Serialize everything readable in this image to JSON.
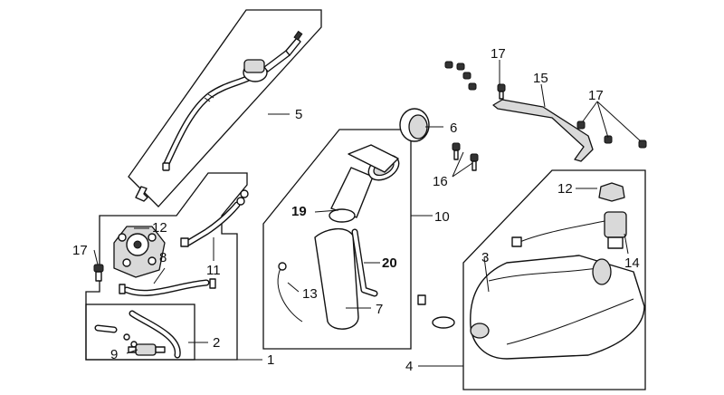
{
  "callouts": {
    "c1": "1",
    "c2": "2",
    "c3": "3",
    "c4": "4",
    "c5": "5",
    "c6": "6",
    "c7": "7",
    "c8": "8",
    "c9": "9",
    "c10": "10",
    "c11": "11",
    "c12a": "12",
    "c12b": "12",
    "c13": "13",
    "c14": "14",
    "c15": "15",
    "c16": "16",
    "c17a": "17",
    "c17b": "17",
    "c17c": "17",
    "c19": "19",
    "c20": "20"
  }
}
